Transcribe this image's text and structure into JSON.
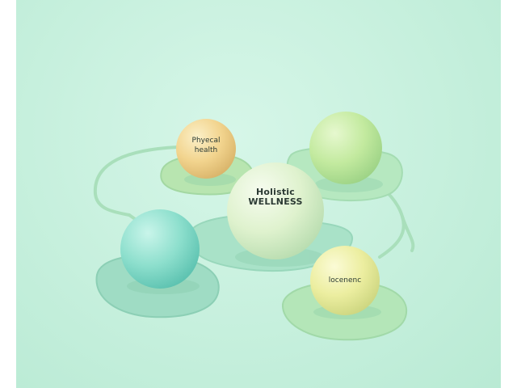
{
  "nodes": {
    "physical": {
      "label": "Phyecal\nhealth",
      "color": "#f4d99a"
    },
    "center": {
      "label": "Holistic\nWELLNESS",
      "color": "#e6f5d6"
    },
    "top_right": {
      "label": "",
      "color": "#c7eda8"
    },
    "left": {
      "label": "",
      "color": "#8edfd0"
    },
    "bottom_right": {
      "label": "locenenc",
      "color": "#eef0a8"
    }
  }
}
